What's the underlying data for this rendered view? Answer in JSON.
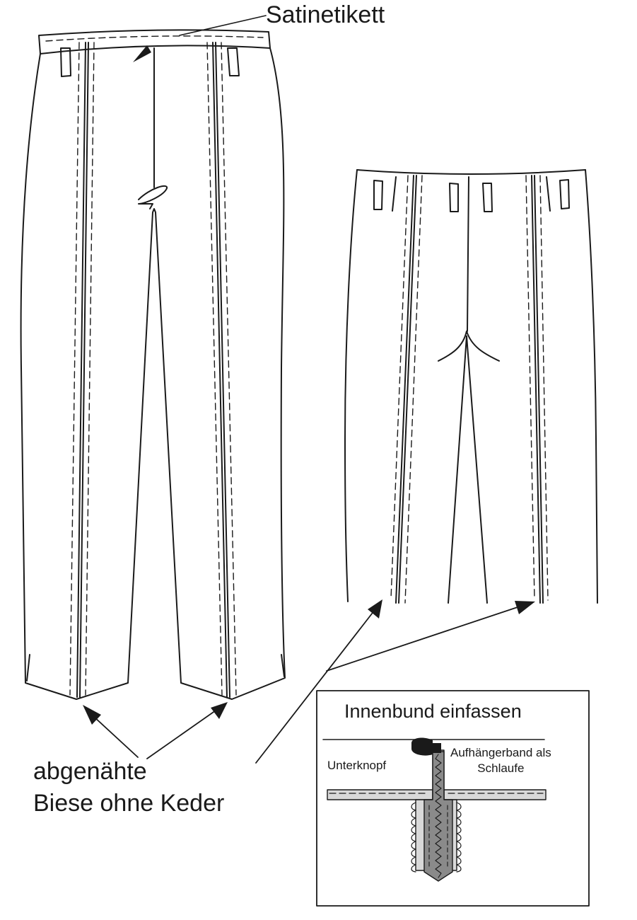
{
  "labels": {
    "satin_label": "Satinetikett",
    "bottom_line1": "abgenähte",
    "bottom_line2": "Biese ohne Keder"
  },
  "inset": {
    "title": "Innenbund einfassen",
    "left_label": "Unterknopf",
    "right_line1": "Aufhängerband als",
    "right_line2": "Schlaufe"
  },
  "colors": {
    "line": "#1a1a1a",
    "band_fill": "#d9d9d9",
    "tape_fill": "#8a8a8a",
    "background": "#ffffff"
  }
}
